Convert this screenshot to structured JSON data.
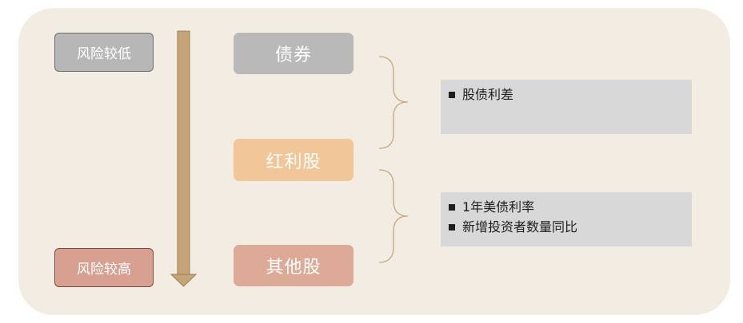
{
  "risk_labels": {
    "low": "风险较低",
    "high": "风险较高"
  },
  "assets": {
    "bond": "债券",
    "dividend_stock": "红利股",
    "other_stock": "其他股"
  },
  "factors": {
    "group1": [
      "股债利差"
    ],
    "group2": [
      "1年美债利率",
      "新增投资者数量同比"
    ]
  },
  "colors": {
    "background_panel": "#f3ece2",
    "bond": "#b9b9b9",
    "dividend_stock": "#f1c698",
    "other_stock": "#ddaa98",
    "arrow": "#c5a577",
    "factor_box": "#d8d8d8"
  }
}
